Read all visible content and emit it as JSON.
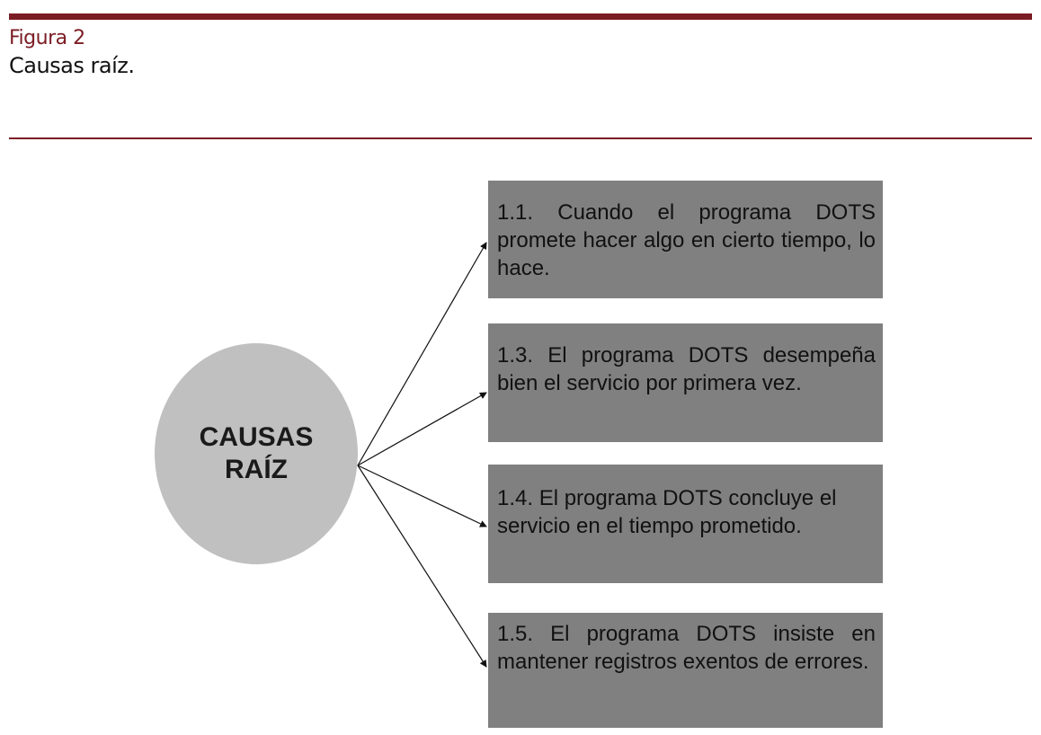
{
  "colors": {
    "accent": "#7b1c24",
    "hub_fill": "#c0c0c0",
    "box_fill": "#808080",
    "text": "#111111"
  },
  "figure": {
    "label": "Figura 2",
    "caption": "Causas raíz."
  },
  "diagram": {
    "hub": {
      "label": "CAUSAS RAÍZ"
    },
    "causes": [
      {
        "text": "1.1. Cuando el programa DOTS promete hacer algo en cierto tiempo, lo hace."
      },
      {
        "text": "1.3. El programa DOTS desempeña bien el servicio por primera vez."
      },
      {
        "text": "1.4. El programa DOTS concluye el servicio en el tiempo prometido."
      },
      {
        "text": "1.5. El programa DOTS insiste en mantener registros exentos de errores."
      }
    ]
  }
}
